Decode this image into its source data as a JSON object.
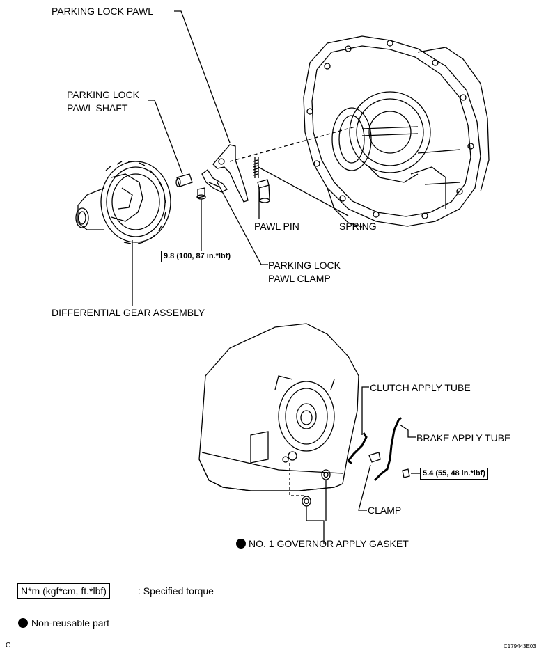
{
  "labels": {
    "parking_lock_pawl": "PARKING LOCK PAWL",
    "parking_lock_pawl_shaft_1": "PARKING LOCK",
    "parking_lock_pawl_shaft_2": "PAWL SHAFT",
    "pawl_pin": "PAWL PIN",
    "spring": "SPRING",
    "parking_lock_pawl_clamp_1": "PARKING LOCK",
    "parking_lock_pawl_clamp_2": "PAWL CLAMP",
    "differential_gear_assembly": "DIFFERENTIAL GEAR ASSEMBLY",
    "clutch_apply_tube": "CLUTCH APPLY TUBE",
    "brake_apply_tube": "BRAKE APPLY TUBE",
    "clamp": "CLAMP",
    "no1_governor_apply_gasket": "NO. 1 GOVERNOR APPLY GASKET"
  },
  "torques": {
    "pawl_clamp_bolt": "9.8 (100, 87 in.*lbf)",
    "tube_bolt": "5.4 (55, 48 in.*lbf)"
  },
  "legend": {
    "torque_box": "N*m (kgf*cm, ft.*lbf)",
    "torque_desc": ": Specified torque",
    "nonreusable_desc": "Non-reusable part"
  },
  "footer": {
    "left_code": "C",
    "right_code": "C179443E03"
  }
}
